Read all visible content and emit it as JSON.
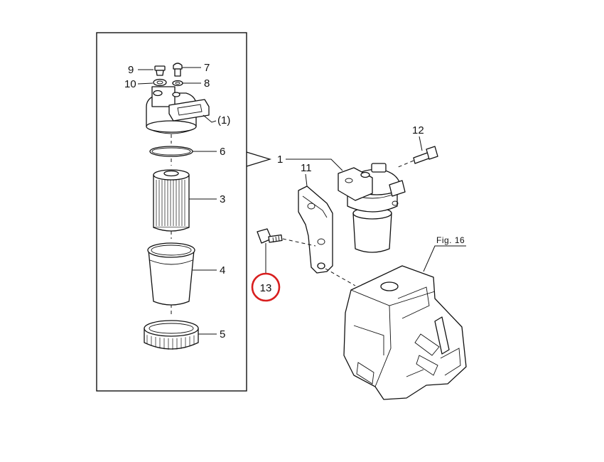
{
  "labels": {
    "l9": "9",
    "l10": "10",
    "l7": "7",
    "l8": "8",
    "l1_sub": "(1)",
    "l6": "6",
    "l3": "3",
    "l4": "4",
    "l5": "5",
    "l1": "1",
    "l11": "11",
    "l12": "12",
    "l13": "13",
    "fig": "Fig. 16"
  },
  "colors": {
    "line": "#111111",
    "highlight_circle": "#d81e1e",
    "background": "#ffffff"
  }
}
